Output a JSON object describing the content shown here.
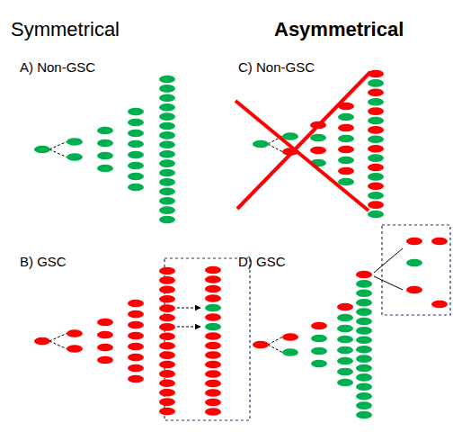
{
  "diagram": {
    "labels": [
      "Symmetrical",
      "Asymmetrical",
      "A) Non-GSC",
      "B) GSC",
      "C) Non-GSC",
      "D) GSC"
    ]
  }
}
